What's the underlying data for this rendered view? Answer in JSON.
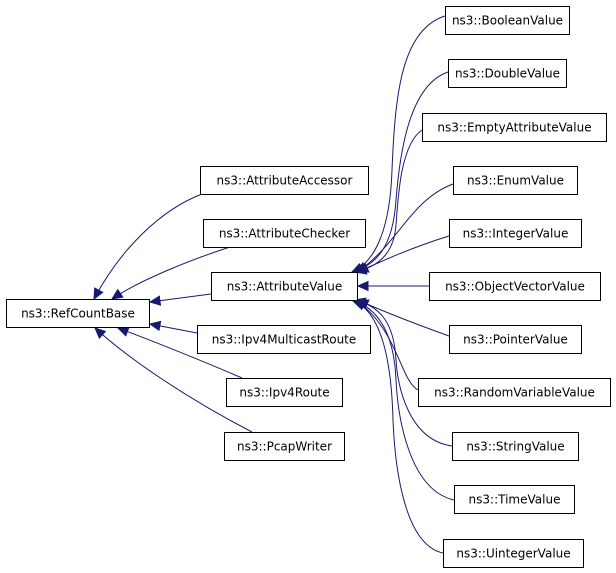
{
  "diagram": {
    "type": "inheritance-graph",
    "colors": {
      "edge": "#191970",
      "box_border": "#000000",
      "box_fill": "#ffffff",
      "text": "#000000"
    },
    "nodes": [
      {
        "id": "refcountbase",
        "label": "ns3::RefCountBase"
      },
      {
        "id": "attributeaccessor",
        "label": "ns3::AttributeAccessor"
      },
      {
        "id": "attributechecker",
        "label": "ns3::AttributeChecker"
      },
      {
        "id": "attributevalue",
        "label": "ns3::AttributeValue"
      },
      {
        "id": "ipv4multicastroute",
        "label": "ns3::Ipv4MulticastRoute"
      },
      {
        "id": "ipv4route",
        "label": "ns3::Ipv4Route"
      },
      {
        "id": "pcapwriter",
        "label": "ns3::PcapWriter"
      },
      {
        "id": "booleanvalue",
        "label": "ns3::BooleanValue"
      },
      {
        "id": "doublevalue",
        "label": "ns3::DoubleValue"
      },
      {
        "id": "emptyattributevalue",
        "label": "ns3::EmptyAttributeValue"
      },
      {
        "id": "enumvalue",
        "label": "ns3::EnumValue"
      },
      {
        "id": "integervalue",
        "label": "ns3::IntegerValue"
      },
      {
        "id": "objectvectorvalue",
        "label": "ns3::ObjectVectorValue"
      },
      {
        "id": "pointervalue",
        "label": "ns3::PointerValue"
      },
      {
        "id": "randomvariablevalue",
        "label": "ns3::RandomVariableValue"
      },
      {
        "id": "stringvalue",
        "label": "ns3::StringValue"
      },
      {
        "id": "timevalue",
        "label": "ns3::TimeValue"
      },
      {
        "id": "uintegervalue",
        "label": "ns3::UintegerValue"
      }
    ],
    "edges": [
      {
        "from": "attributeaccessor",
        "to": "refcountbase"
      },
      {
        "from": "attributechecker",
        "to": "refcountbase"
      },
      {
        "from": "attributevalue",
        "to": "refcountbase"
      },
      {
        "from": "ipv4multicastroute",
        "to": "refcountbase"
      },
      {
        "from": "ipv4route",
        "to": "refcountbase"
      },
      {
        "from": "pcapwriter",
        "to": "refcountbase"
      },
      {
        "from": "booleanvalue",
        "to": "attributevalue"
      },
      {
        "from": "doublevalue",
        "to": "attributevalue"
      },
      {
        "from": "emptyattributevalue",
        "to": "attributevalue"
      },
      {
        "from": "enumvalue",
        "to": "attributevalue"
      },
      {
        "from": "integervalue",
        "to": "attributevalue"
      },
      {
        "from": "objectvectorvalue",
        "to": "attributevalue"
      },
      {
        "from": "pointervalue",
        "to": "attributevalue"
      },
      {
        "from": "randomvariablevalue",
        "to": "attributevalue"
      },
      {
        "from": "stringvalue",
        "to": "attributevalue"
      },
      {
        "from": "timevalue",
        "to": "attributevalue"
      },
      {
        "from": "uintegervalue",
        "to": "attributevalue"
      }
    ]
  }
}
